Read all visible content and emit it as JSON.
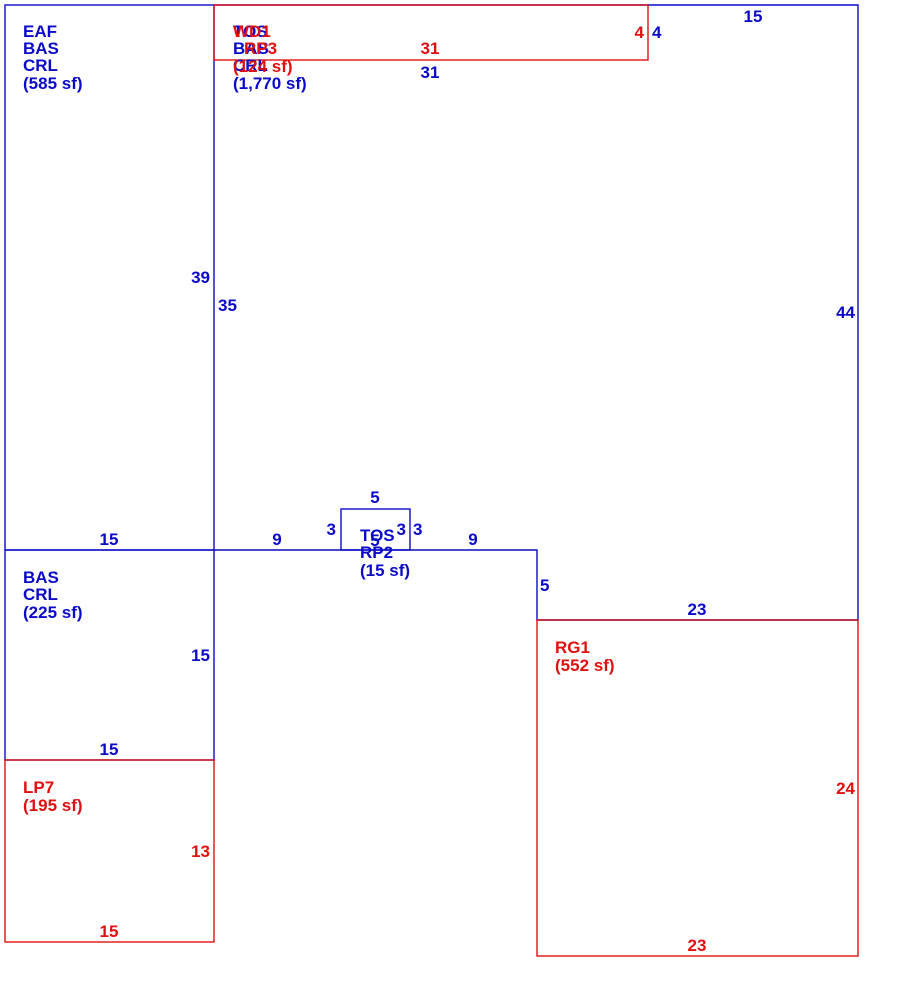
{
  "colors": {
    "existing": "#0a0ac8",
    "addition": "#e01010"
  },
  "areas": {
    "eaf": {
      "line1": "EAF",
      "line2": "BAS",
      "line3": "CRL",
      "area": "(585 sf)"
    },
    "main": {
      "line1": "TOS",
      "line2": "BAS",
      "line3": "CRL",
      "area": "(1,770 sf)"
    },
    "wd1": {
      "line1": "WD1",
      "line2": "RP3",
      "area": "(124 sf)"
    },
    "bas2": {
      "line1": "BAS",
      "line2": "CRL",
      "area": "(225 sf)"
    },
    "rp2": {
      "line1": "TOS",
      "line2": "RP2",
      "area": "(15 sf)"
    },
    "lp7": {
      "line1": "LP7",
      "area": "(195 sf)"
    },
    "rg1": {
      "line1": "RG1",
      "area": "(552 sf)"
    }
  },
  "dimensions": {
    "eaf_bottom": "15",
    "eaf_right": "39",
    "main_top": "15",
    "main_left": "35",
    "main_right": "44",
    "main_bottom_left": "9",
    "main_bottom_right": "9",
    "main_inner_top": "31",
    "main_right_small": "4",
    "notch_top": "5",
    "notch_left": "3",
    "notch_right_inner": "3",
    "notch_right": "3",
    "notch_bottom": "5",
    "step_right": "5",
    "step_top": "23",
    "wd1_top": "31",
    "wd1_right": "4",
    "bas2_right": "15",
    "bas2_bottom": "15",
    "lp7_right": "13",
    "lp7_bottom": "15",
    "rg1_right": "24",
    "rg1_bottom": "23"
  }
}
